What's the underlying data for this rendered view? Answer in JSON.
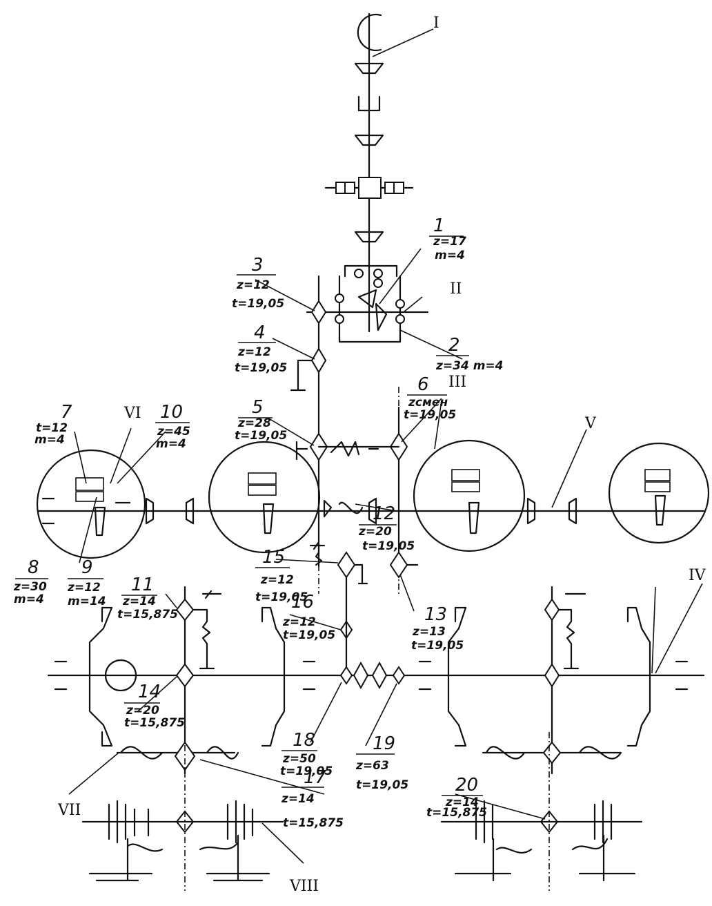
{
  "shafts": {
    "s1": "I",
    "s2": "II",
    "s3": "III",
    "s4": "IV",
    "s5": "V",
    "s6": "VI",
    "s7": "VII",
    "s8": "VIII"
  },
  "parts": {
    "p1": {
      "num": "1",
      "l1": "z=17",
      "l2": "m=4"
    },
    "p2": {
      "num": "2",
      "l1": "z=34 m=4"
    },
    "p3": {
      "num": "3",
      "l1": "z=12",
      "l2": "t=19,05"
    },
    "p4": {
      "num": "4",
      "l1": "z=12",
      "l2": "t=19,05"
    },
    "p5": {
      "num": "5",
      "l1": "z=28",
      "l2": "t=19,05"
    },
    "p6": {
      "num": "6",
      "l1": "zсмен",
      "l2": "t=19,05"
    },
    "p7": {
      "num": "7",
      "l1": "t=12",
      "l2": "m=4"
    },
    "p8": {
      "num": "8",
      "l1": "z=30",
      "l2": "m=4"
    },
    "p9": {
      "num": "9",
      "l1": "z=12",
      "l2": "m=14"
    },
    "p10": {
      "num": "10",
      "l1": "z=45",
      "l2": "m=4"
    },
    "p11": {
      "num": "11",
      "l1": "z=14",
      "l2": "t=15,875"
    },
    "p12": {
      "num": "12",
      "l1": "z=20",
      "l2": "t=19,05"
    },
    "p13": {
      "num": "13",
      "l1": "z=13",
      "l2": "t=19,05"
    },
    "p14": {
      "num": "14",
      "l1": "z=20",
      "l2": "t=15,875"
    },
    "p15": {
      "num": "15",
      "l1": "z=12",
      "l2": "t=19,05"
    },
    "p16": {
      "num": "16",
      "l1": "z=12",
      "l2": "t=19,05"
    },
    "p17": {
      "num": "17",
      "l1": "z=14",
      "l2": "t=15,875"
    },
    "p18": {
      "num": "18",
      "l1": "z=50",
      "l2": "t=19,05"
    },
    "p19": {
      "num": "19",
      "l1": "z=63",
      "l2": "t=19,05"
    },
    "p20": {
      "num": "20",
      "l1": "z=14",
      "l2": "t=15,875"
    }
  }
}
